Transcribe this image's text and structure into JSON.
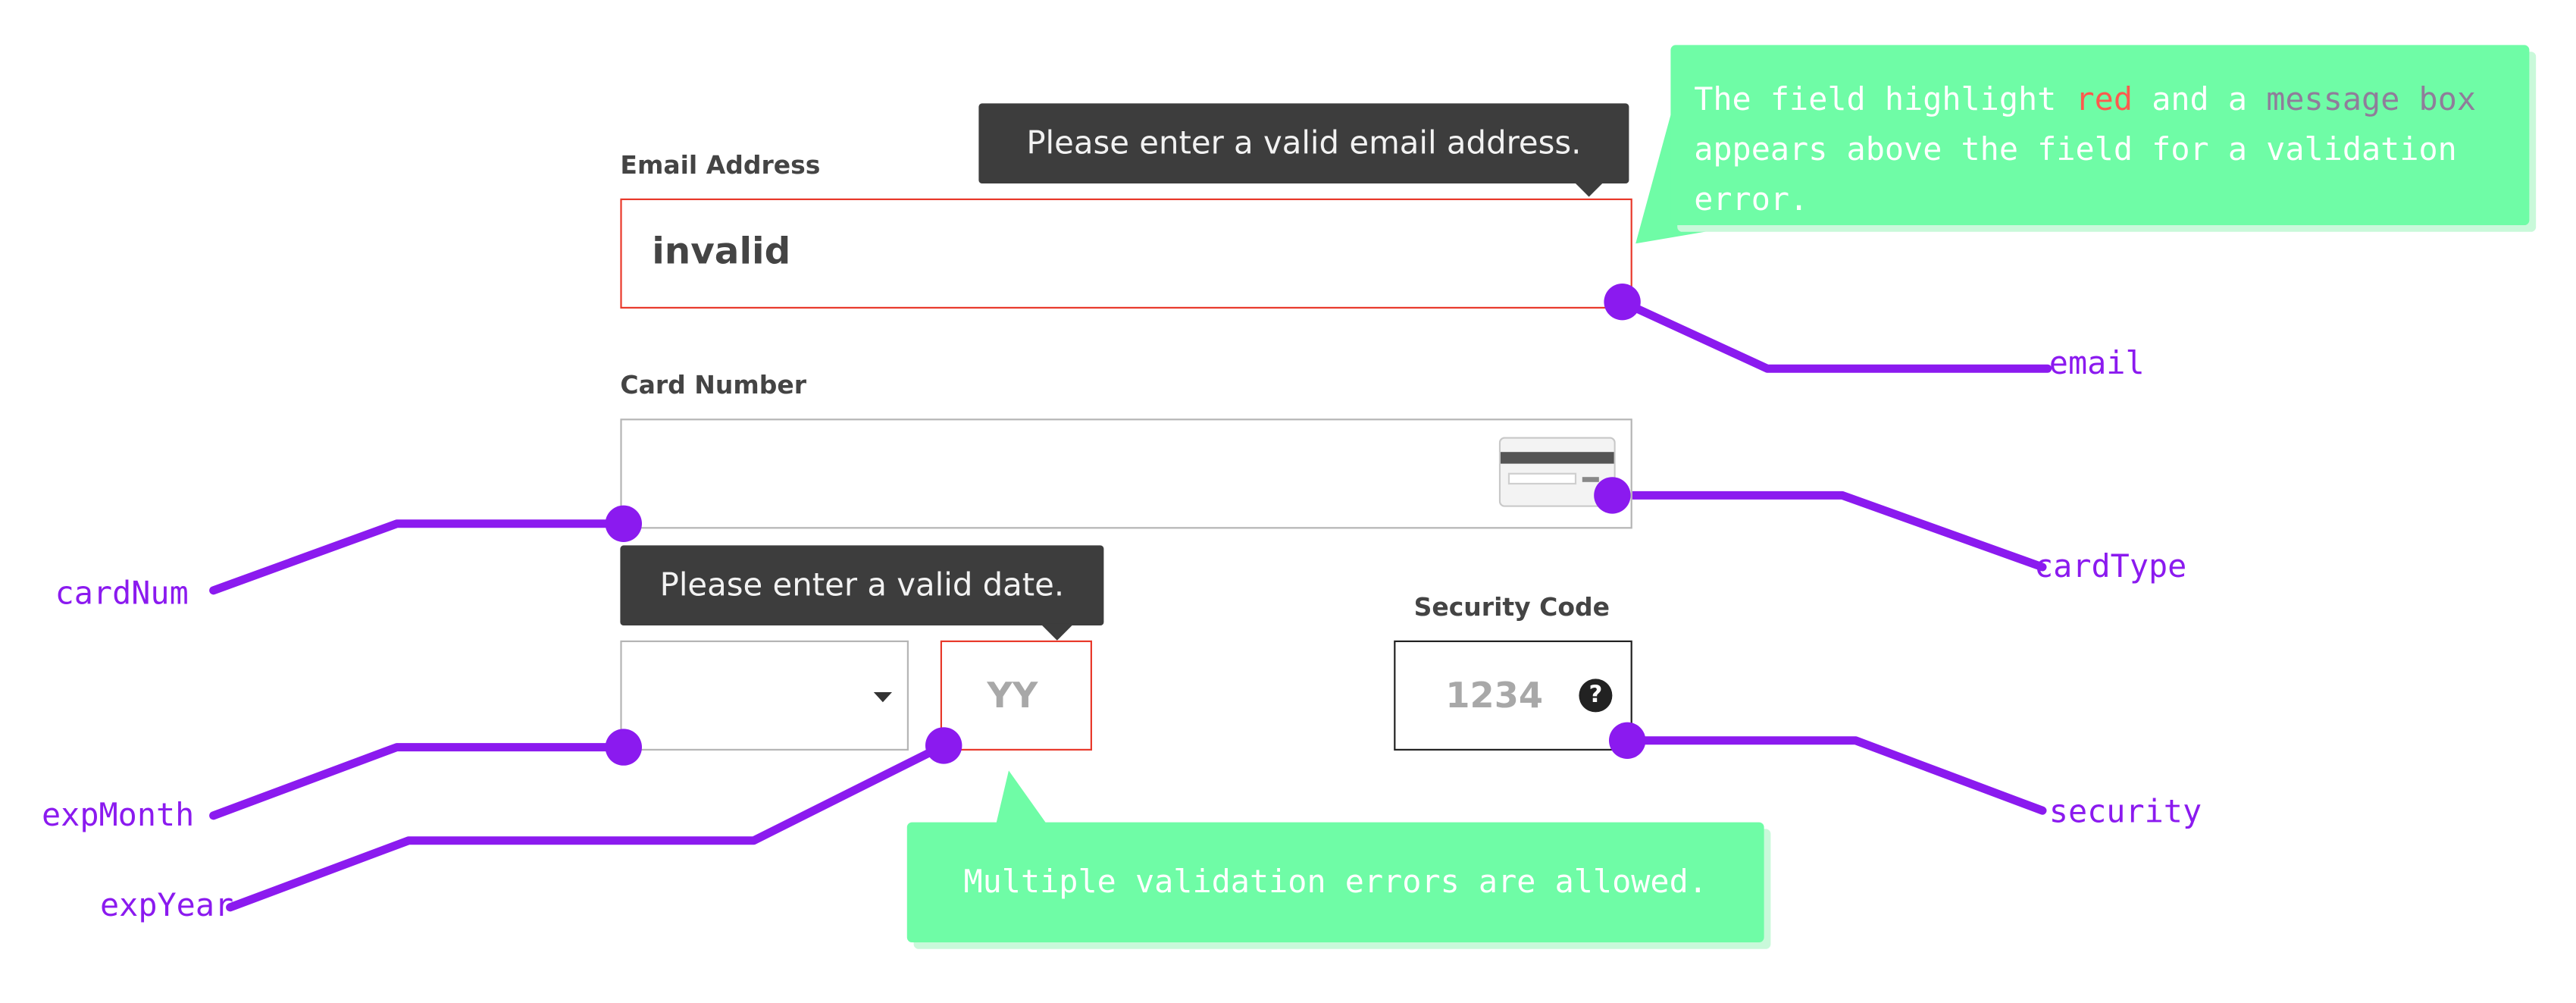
{
  "form": {
    "email": {
      "label": "Email Address",
      "value": "invalid",
      "error": "Please enter a valid email address."
    },
    "card_number": {
      "label": "Card Number",
      "value": ""
    },
    "expiry": {
      "month_value": "",
      "year_placeholder": "YY",
      "error": "Please enter a valid date."
    },
    "security": {
      "label": "Security Code",
      "placeholder": "1234",
      "help_glyph": "?"
    }
  },
  "notes": {
    "top": {
      "part1": "The field highlight ",
      "red_word": "red",
      "part2": " and a ",
      "message_word": "message box",
      "part3": " appears above the field for a validation error."
    },
    "bottom": "Multiple validation errors are allowed."
  },
  "callouts": {
    "email": "email",
    "cardType": "cardType",
    "cardNum": "cardNum",
    "expMonth": "expMonth",
    "expYear": "expYear",
    "security": "security"
  },
  "colors": {
    "error": "#e8392b",
    "note_bg": "#6ffca6",
    "callout": "#8b1aef",
    "tooltip_bg": "#3d3d3d",
    "note_red_word": "#ff5a4e",
    "note_message_word": "#8f7d9a"
  }
}
